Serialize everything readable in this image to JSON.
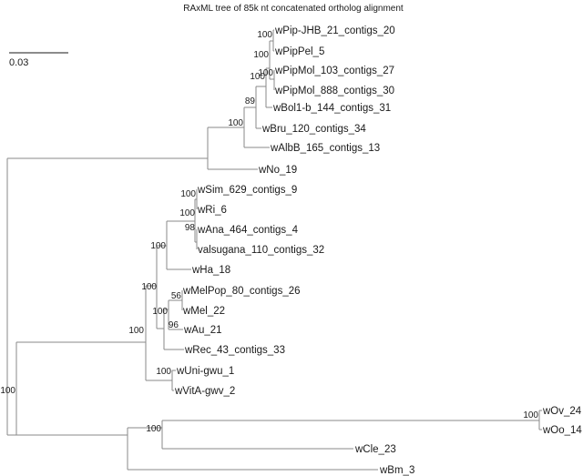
{
  "figure": {
    "title": "RAxML tree of 85k nt concatenated ortholog alignment",
    "scale_bar_label": "0.03"
  },
  "tips": [
    {
      "id": "wPipJHB",
      "label": "wPip-JHB_21_contigs_20"
    },
    {
      "id": "wPipPel",
      "label": "wPipPel_5"
    },
    {
      "id": "wPipMol103",
      "label": "wPipMol_103_contigs_27"
    },
    {
      "id": "wPipMol888",
      "label": "wPipMol_888_contigs_30"
    },
    {
      "id": "wBol1b",
      "label": "wBol1-b_144_contigs_31"
    },
    {
      "id": "wBru",
      "label": "wBru_120_contigs_34"
    },
    {
      "id": "wAlbB",
      "label": "wAlbB_165_contigs_13"
    },
    {
      "id": "wNo",
      "label": "wNo_19"
    },
    {
      "id": "wSim",
      "label": "wSim_629_contigs_9"
    },
    {
      "id": "wRi",
      "label": "wRi_6"
    },
    {
      "id": "wAna",
      "label": "wAna_464_contigs_4"
    },
    {
      "id": "valsugana",
      "label": "valsugana_110_contigs_32"
    },
    {
      "id": "wHa",
      "label": "wHa_18"
    },
    {
      "id": "wMelPop",
      "label": "wMelPop_80_contigs_26"
    },
    {
      "id": "wMel",
      "label": "wMel_22"
    },
    {
      "id": "wAu",
      "label": "wAu_21"
    },
    {
      "id": "wRec",
      "label": "wRec_43_contigs_33"
    },
    {
      "id": "wUni",
      "label": "wUni-gwu_1"
    },
    {
      "id": "wVitA",
      "label": "wVitA-gwv_2"
    },
    {
      "id": "wOv",
      "label": "wOv_24"
    },
    {
      "id": "wOo",
      "label": "wOo_14"
    },
    {
      "id": "wCle",
      "label": "wCle_23"
    },
    {
      "id": "wBm",
      "label": "wBm_3"
    }
  ],
  "support_values": [
    {
      "id": "s-pip-jhb-pel",
      "value": "100"
    },
    {
      "id": "s-pip-all",
      "value": "100"
    },
    {
      "id": "s-pip-mol",
      "value": "100"
    },
    {
      "id": "s-pip-bol",
      "value": "100"
    },
    {
      "id": "s-supergroup-b",
      "value": "89"
    },
    {
      "id": "s-sim-ri",
      "value": "100"
    },
    {
      "id": "s-sim-ana",
      "value": "100"
    },
    {
      "id": "s-ana-val",
      "value": "100"
    },
    {
      "id": "s-riclade-ha",
      "value": "98"
    },
    {
      "id": "s-melpop-mel",
      "value": "100"
    },
    {
      "id": "s-mel-au",
      "value": "56"
    },
    {
      "id": "s-mel-au-rec",
      "value": "100"
    },
    {
      "id": "s-supergroup-a",
      "value": "96"
    },
    {
      "id": "s-a-uni-vita",
      "value": "100"
    },
    {
      "id": "s-uni-vita",
      "value": "100"
    },
    {
      "id": "s-root-ab",
      "value": "100"
    },
    {
      "id": "s-ov-oo",
      "value": "100"
    },
    {
      "id": "s-ov-cle",
      "value": "100"
    },
    {
      "id": "s-ov-cle-bm",
      "value": "100"
    }
  ]
}
